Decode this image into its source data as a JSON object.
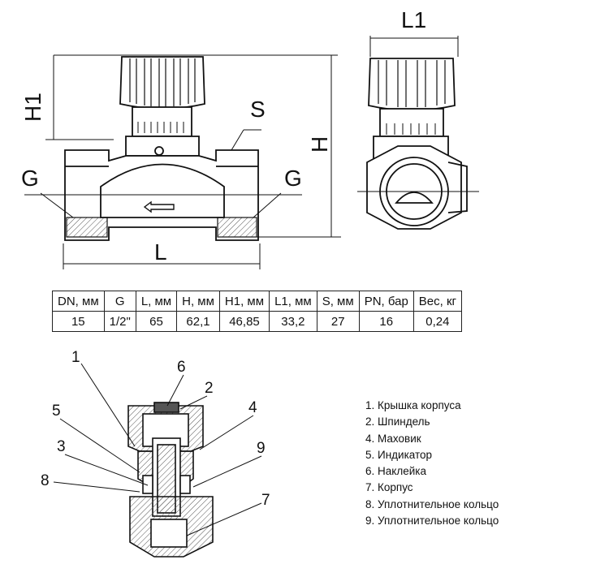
{
  "dimensions": {
    "h1": "H1",
    "h": "H",
    "l": "L",
    "l1": "L1",
    "s": "S",
    "g_left": "G",
    "g_right": "G"
  },
  "table": {
    "headers": [
      "DN, мм",
      "G",
      "L, мм",
      "H, мм",
      "H1, мм",
      "L1, мм",
      "S, мм",
      "PN, бар",
      "Вес, кг"
    ],
    "rows": [
      [
        "15",
        "1/2\"",
        "65",
        "62,1",
        "46,85",
        "33,2",
        "27",
        "16",
        "0,24"
      ]
    ]
  },
  "callouts": [
    "1",
    "6",
    "2",
    "5",
    "4",
    "3",
    "9",
    "8",
    "7"
  ],
  "legend": [
    "1. Крышка корпуса",
    "2. Шпиндель",
    "4. Маховик",
    "5. Индикатор",
    "6. Наклейка",
    "7. Корпус",
    "8. Уплотнительное кольцо",
    "9. Уплотнительное кольцо"
  ]
}
